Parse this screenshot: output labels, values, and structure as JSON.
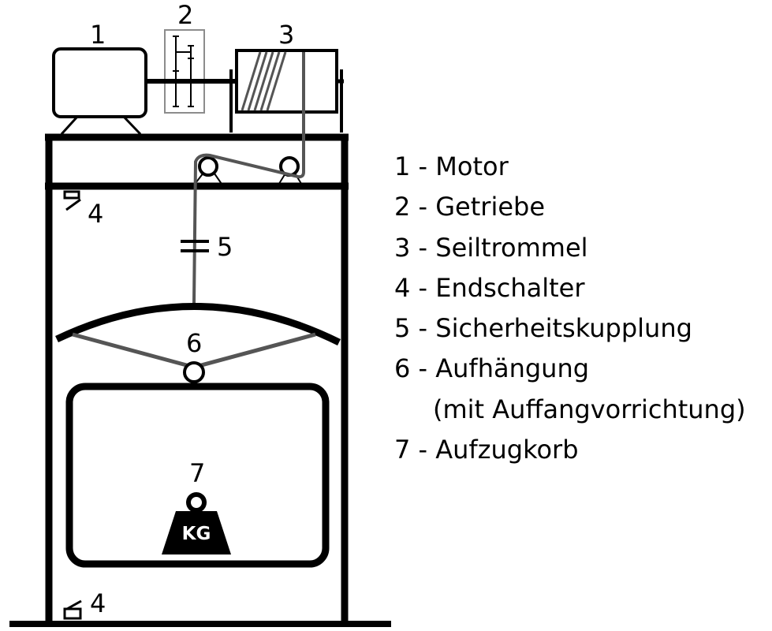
{
  "labels": {
    "motor": "1",
    "gearbox": "2",
    "drum": "3",
    "limit_switch_top": "4",
    "limit_switch_bottom": "4",
    "coupling": "5",
    "suspension": "6",
    "cabin": "7",
    "weight": "KG"
  },
  "legend": [
    "1 - Motor",
    "2 - Getriebe",
    "3 - Seiltrommel",
    "4 - Endschalter",
    "5 - Sicherheitskupplung",
    "6 - Aufhängung",
    "(mit Auffangvorrichtung)",
    "7 - Aufzugkorb"
  ],
  "colors": {
    "line": "#000000",
    "rope": "#555555",
    "gearbox_box": "#8c8c8c"
  }
}
